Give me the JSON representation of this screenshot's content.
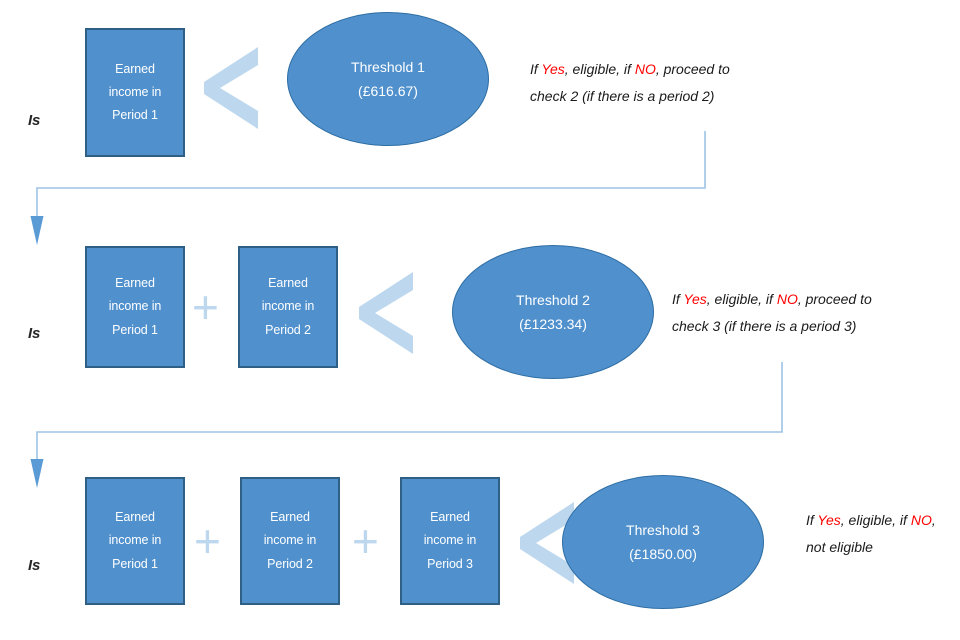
{
  "diagram": {
    "title": "Earned income threshold eligibility check flow",
    "colors": {
      "box_fill": "#4f90cd",
      "box_border": "#2f5f85",
      "ellipse_fill": "#4f90cd",
      "ellipse_border": "#2f6ea3",
      "operator": "#bdd7ee",
      "connector": "#5b9bd5",
      "highlight": "#ff0000",
      "text_dark": "#1a1a1a"
    },
    "rows": [
      {
        "is_label": "Is",
        "boxes": [
          {
            "line1": "Earned",
            "line2": "income in",
            "line3": "Period 1"
          }
        ],
        "operators": [],
        "comparator": "<",
        "threshold": {
          "name": "Threshold 1",
          "amount": "(£616.67)"
        },
        "note": {
          "line1_pre": "If ",
          "line1_yes": "Yes",
          "line1_mid": ", eligible, if ",
          "line1_no": "NO",
          "line1_post": ", proceed to",
          "line2": "check 2 (if there is a period 2)"
        }
      },
      {
        "is_label": "Is",
        "boxes": [
          {
            "line1": "Earned",
            "line2": "income in",
            "line3": "Period 1"
          },
          {
            "line1": "Earned",
            "line2": "income in",
            "line3": "Period 2"
          }
        ],
        "operators": [
          "+"
        ],
        "comparator": "<",
        "threshold": {
          "name": "Threshold 2",
          "amount": "(£1233.34)"
        },
        "note": {
          "line1_pre": "If ",
          "line1_yes": "Yes",
          "line1_mid": ", eligible, if ",
          "line1_no": "NO",
          "line1_post": ", proceed to",
          "line2": "check 3 (if there is a period 3)"
        }
      },
      {
        "is_label": "Is",
        "boxes": [
          {
            "line1": "Earned",
            "line2": "income in",
            "line3": "Period 1"
          },
          {
            "line1": "Earned",
            "line2": "income in",
            "line3": "Period 2"
          },
          {
            "line1": "Earned",
            "line2": "income in",
            "line3": "Period 3"
          }
        ],
        "operators": [
          "+",
          "+"
        ],
        "comparator": "<",
        "threshold": {
          "name": "Threshold 3",
          "amount": "(£1850.00)"
        },
        "note": {
          "line1_pre": "If ",
          "line1_yes": "Yes",
          "line1_mid": ", eligible, if ",
          "line1_no": "NO",
          "line1_post": ",",
          "line2": "not eligible"
        }
      }
    ]
  }
}
